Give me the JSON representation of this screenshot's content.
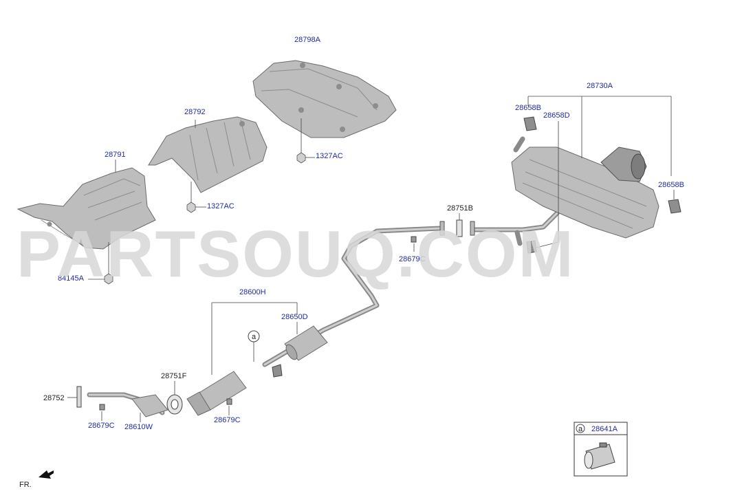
{
  "watermark": "PARTSOUQ.COM",
  "direction": "FR.",
  "labels": {
    "heat_upper_rear": "28798A",
    "nut_upper": "1327AC",
    "heat_middle": "28792",
    "nut_middle": "1327AC",
    "heat_front": "28791",
    "nut_front": "84145A",
    "muffler_assy": "28730A",
    "hanger_left": "28658B",
    "hanger_center": "28658D",
    "hanger_right": "28658B",
    "gasket_center": "28751B",
    "bolt_center": "28679C",
    "center_pipe_assy": "28600H",
    "hanger_pipe": "28650D",
    "gasket_front_flange": "28752",
    "bolt_front": "28679C",
    "front_pipe": "28610W",
    "gasket_front": "28751F",
    "bolt_cat": "28679C",
    "clamp": "28641A",
    "ref_a_main": "a",
    "ref_a_inset": "a"
  },
  "colors": {
    "label": "#1f2aa8",
    "part": "#bdbdbd",
    "watermark": "#d8d8d8"
  }
}
